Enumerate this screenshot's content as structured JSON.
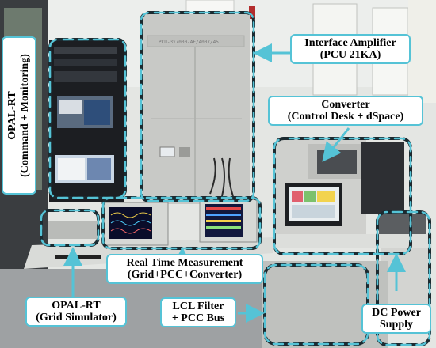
{
  "labels": {
    "opal_rt_monitoring": {
      "line1": "OPAL-RT",
      "line2": "(Command + Monitoring)"
    },
    "interface_amplifier": {
      "line1": "Interface Amplifier",
      "line2": "(PCU 21KA)"
    },
    "converter": {
      "line1": "Converter",
      "line2": "(Control Desk + dSpace)"
    },
    "real_time_measurement": {
      "line1": "Real Time Measurement",
      "line2": "(Grid+PCC+Converter)"
    },
    "opal_rt_grid": {
      "line1": "OPAL-RT",
      "line2": "(Grid Simulator)"
    },
    "lcl_filter": {
      "line1": "LCL Filter",
      "line2": "+ PCC Bus"
    },
    "dc_power": {
      "line1": "DC Power",
      "line2": "Supply"
    }
  },
  "amplifier_plate_text": "PCU-3x7000-AE/4007/45",
  "colors": {
    "annotation": "#55c3d6",
    "dash": "#1b2a30",
    "wall": "#d9dcd8",
    "cabinet": "#c6c7c4",
    "rack": "#1c1e22",
    "table": "#dfe1de"
  }
}
